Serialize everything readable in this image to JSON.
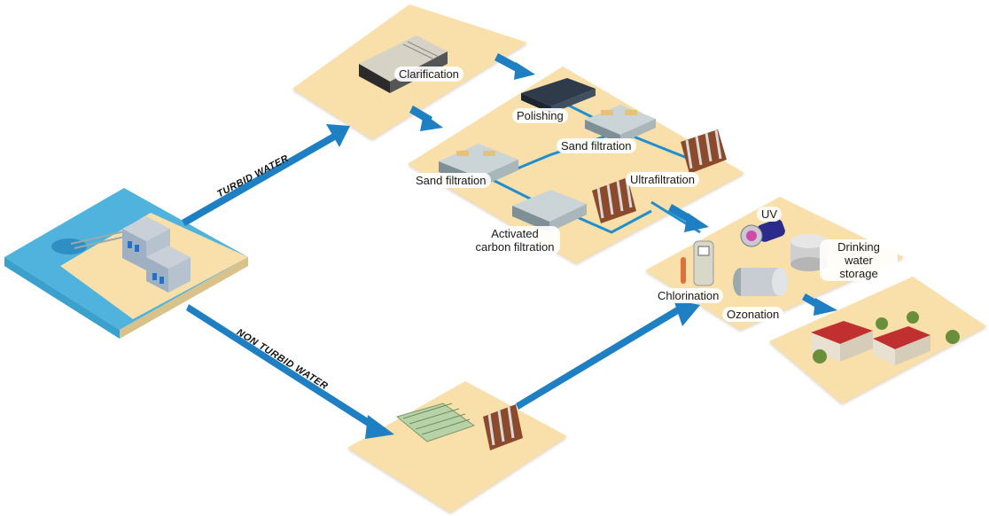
{
  "routes": {
    "turbid": "TURBID WATER",
    "non_turbid": "NON TURBID WATER"
  },
  "labels": {
    "clarification": "Clarification",
    "polishing": "Polishing",
    "sand_filtration_1": "Sand filtration",
    "sand_filtration_2": "Sand filtration",
    "ultrafiltration": "Ultrafiltration",
    "activated_carbon": "Activated carbon filtration",
    "uv": "UV",
    "drinking_water_storage": "Drinking water storage",
    "chlorination": "Chlorination",
    "ozonation": "Ozonation"
  },
  "colors": {
    "ground": "#f9dfaa",
    "water": "#5bbfe6",
    "arrow": "#1f7fc3",
    "pipe": "#1f8fd0"
  }
}
